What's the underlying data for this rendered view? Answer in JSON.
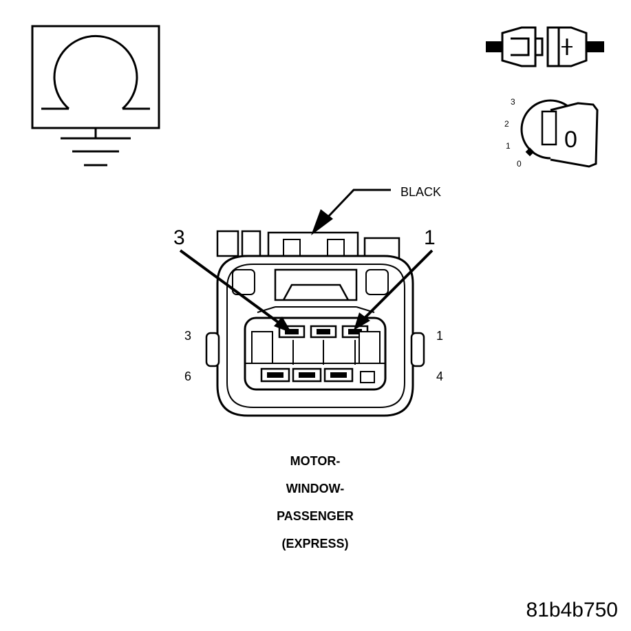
{
  "icons": {
    "ohmmeter": "ohmmeter-icon",
    "connector_disconnected": "disconnected-connector-icon",
    "ignition": "ignition-key-off-icon"
  },
  "ignition": {
    "positions": [
      "3",
      "2",
      "1",
      "0"
    ],
    "key_label": "0"
  },
  "connector": {
    "color_callout": "BLACK",
    "callout_left": "3",
    "callout_right": "1",
    "pin_labels": {
      "top_left": "3",
      "top_right": "1",
      "bottom_left": "6",
      "bottom_right": "4"
    }
  },
  "caption": {
    "line1": "MOTOR-",
    "line2": "WINDOW-",
    "line3": "PASSENGER",
    "line4": "(EXPRESS)"
  },
  "figure_id": "81b4b750"
}
